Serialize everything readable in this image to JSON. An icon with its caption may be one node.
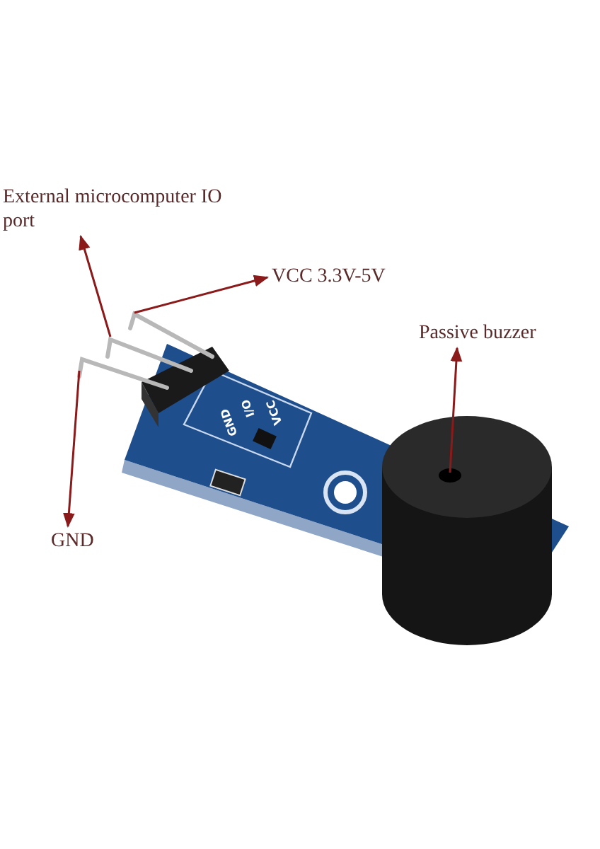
{
  "diagram": {
    "nodes": [
      {
        "text": [
          "External microcomputer IO port"
        ]
      },
      {
        "text": [
          "VCC 3.3V-5V"
        ]
      },
      {
        "text": [
          "Passive buzzer"
        ]
      },
      {
        "text": [
          "GND"
        ]
      },
      {
        "text": [],
        "shape": "bar"
      },
      {
        "text": [],
        "shape": "bar"
      },
      {
        "text": [],
        "shape": "bar"
      },
      {
        "text": [],
        "shape": "cylinder"
      }
    ],
    "edges": [
      {
        "from": 5,
        "to": 0,
        "arrow": "to"
      },
      {
        "from": 4,
        "to": 1,
        "arrow": "to"
      },
      {
        "from": 7,
        "to": 2,
        "arrow": "to"
      },
      {
        "from": 6,
        "to": 3,
        "arrow": "to"
      }
    ],
    "labels": [
      "VCC",
      "I/O",
      "GND"
    ]
  }
}
